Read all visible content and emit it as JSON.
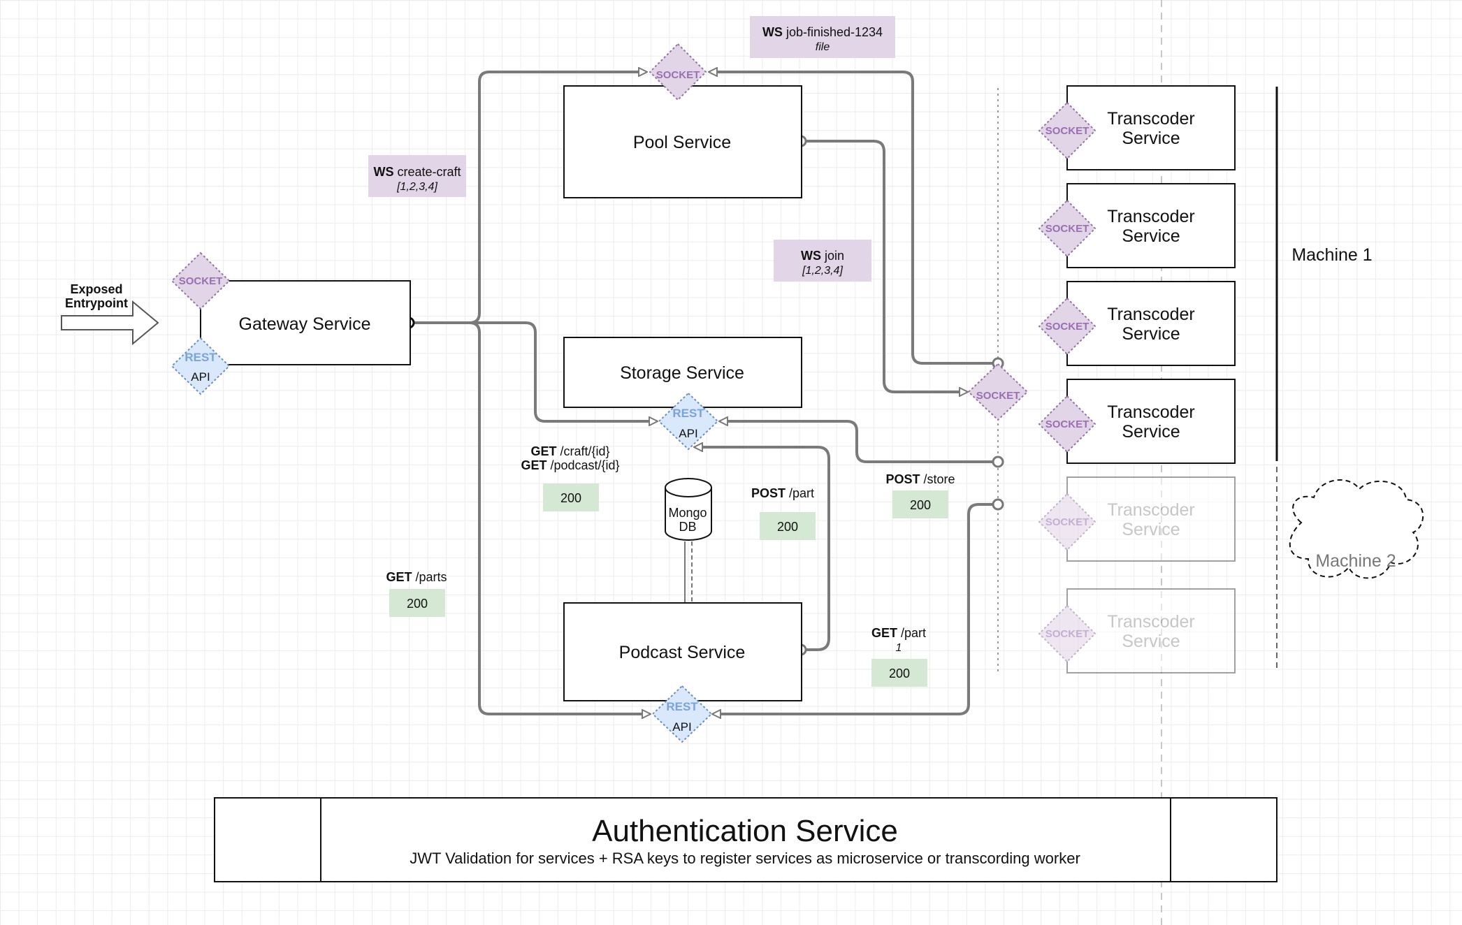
{
  "entry": {
    "line1": "Exposed",
    "line2": "Entrypoint"
  },
  "services": {
    "gateway": "Gateway Service",
    "pool": "Pool Service",
    "storage": "Storage Service",
    "podcast": "Podcast Service",
    "mongo_line1": "Mongo",
    "mongo_line2": "DB"
  },
  "transcoder": {
    "line1": "Transcoder",
    "line2": "Service"
  },
  "badges": {
    "socket": "SOCKET",
    "rest": "REST",
    "api": "API"
  },
  "messages": {
    "ws_job": {
      "kw": "WS",
      "name": "job-finished-1234",
      "sub": "file"
    },
    "ws_create": {
      "kw": "WS",
      "name": "create-craft",
      "sub": "[1,2,3,4]"
    },
    "ws_join": {
      "kw": "WS",
      "name": "join",
      "sub": "[1,2,3,4]"
    }
  },
  "requests": {
    "get_craft": {
      "method": "GET",
      "path": "/craft/{id}"
    },
    "get_podcast": {
      "method": "GET",
      "path": "/podcast/{id}"
    },
    "get_craft_status": "200",
    "post_part": {
      "method": "POST",
      "path": "/part",
      "status": "200"
    },
    "post_store": {
      "method": "POST",
      "path": "/store",
      "status": "200"
    },
    "get_parts": {
      "method": "GET",
      "path": "/parts",
      "status": "200"
    },
    "get_part": {
      "method": "GET",
      "path": "/part",
      "sub": "1",
      "status": "200"
    }
  },
  "machines": {
    "m1": "Machine 1",
    "m2": "Machine 2"
  },
  "auth": {
    "title": "Authentication Service",
    "description": "JWT Validation for services + RSA keys to register services as microservice or transcording worker"
  },
  "colors": {
    "socket_fill": "#e1d5e7",
    "socket_stroke": "#9673a6",
    "rest_fill": "#dae8fc",
    "rest_stroke": "#6c8ebf",
    "status_fill": "#d5e8d4",
    "message_fill": "#e1d5e7",
    "connector": "#7a7a7a"
  }
}
